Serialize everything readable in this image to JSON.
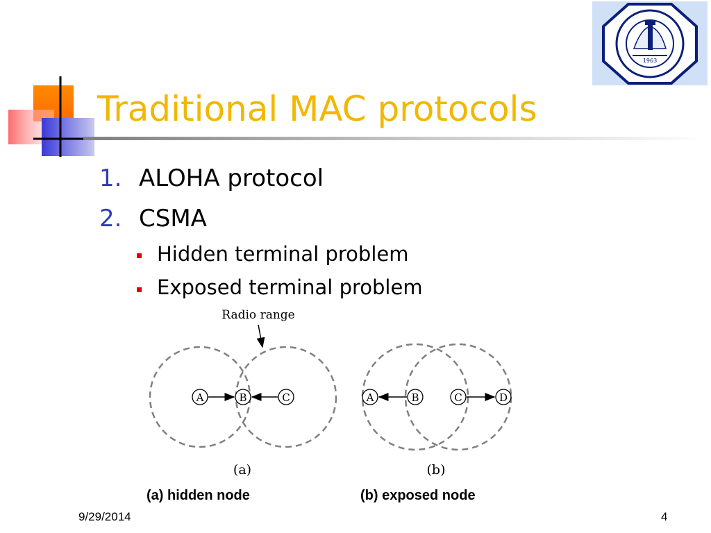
{
  "slide": {
    "title": "Traditional MAC protocols",
    "list": [
      {
        "number": "1.",
        "text": "ALOHA protocol"
      },
      {
        "number": "2.",
        "text": "CSMA"
      }
    ],
    "sub_items": [
      "Hidden terminal problem",
      "Exposed terminal problem"
    ],
    "figure": {
      "callout": "Radio range",
      "panel_a": {
        "label": "(a)",
        "nodes": [
          "A",
          "B",
          "C"
        ]
      },
      "panel_b": {
        "label": "(b)",
        "nodes": [
          "A",
          "B",
          "C",
          "D"
        ]
      }
    },
    "captions": {
      "a": "(a) hidden node",
      "b": "(b) exposed node"
    },
    "footer": {
      "date": "9/29/2014",
      "page": "4"
    },
    "logo": {
      "year": "1963"
    }
  },
  "colors": {
    "title": "#f2b700",
    "numbering": "#2f3ab8",
    "bullet": "#e00000",
    "logo_bg": "#cfe0f7",
    "logo_navy": "#0b1f7a"
  }
}
